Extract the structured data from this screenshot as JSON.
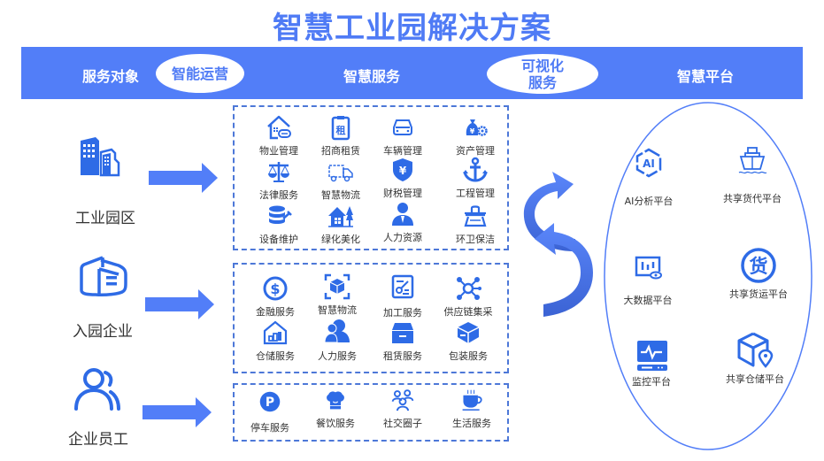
{
  "title": "智慧工业园解决方案",
  "header_band": {
    "service_object": "服务对象",
    "smart_operation": "智能运营",
    "smart_services": "智慧服务",
    "visual_services_line1": "可视化",
    "visual_services_line2": "服务",
    "smart_platform": "智慧平台"
  },
  "service_objects": [
    {
      "label": "工业园区",
      "icon": "office-buildings-icon"
    },
    {
      "label": "入园企业",
      "icon": "enterprise-building-icon"
    },
    {
      "label": "企业员工",
      "icon": "employees-icon"
    }
  ],
  "park_services": [
    {
      "label": "物业管理",
      "icon": "house-chat-icon"
    },
    {
      "label": "招商租赁",
      "icon": "rent-clipboard-icon"
    },
    {
      "label": "车辆管理",
      "icon": "car-icon"
    },
    {
      "label": "资产管理",
      "icon": "money-bag-gear-icon"
    },
    {
      "label": "法律服务",
      "icon": "scales-icon"
    },
    {
      "label": "智慧物流",
      "icon": "truck-icon"
    },
    {
      "label": "财税管理",
      "icon": "yuan-shield-icon"
    },
    {
      "label": "工程管理",
      "icon": "anchor-icon"
    },
    {
      "label": "设备维护",
      "icon": "database-wrench-icon"
    },
    {
      "label": "绿化美化",
      "icon": "house-tree-icon"
    },
    {
      "label": "人力资源",
      "icon": "businessman-icon"
    },
    {
      "label": "环卫保洁",
      "icon": "broom-icon"
    }
  ],
  "enterprise_services": [
    {
      "label": "金融服务",
      "icon": "dollar-circle-icon"
    },
    {
      "label": "智慧物流",
      "icon": "scan-box-icon"
    },
    {
      "label": "加工服务",
      "icon": "processing-doc-icon"
    },
    {
      "label": "供应链集采",
      "icon": "network-nodes-icon"
    },
    {
      "label": "仓储服务",
      "icon": "warehouse-chart-icon"
    },
    {
      "label": "人力服务",
      "icon": "people-icon"
    },
    {
      "label": "租赁服务",
      "icon": "drawer-box-icon"
    },
    {
      "label": "包装服务",
      "icon": "package-box-icon"
    }
  ],
  "employee_services": [
    {
      "label": "停车服务",
      "icon": "parking-icon"
    },
    {
      "label": "餐饮服务",
      "icon": "chef-hat-icon"
    },
    {
      "label": "社交圈子",
      "icon": "social-group-icon"
    },
    {
      "label": "生活服务",
      "icon": "coffee-cup-icon"
    }
  ],
  "platforms": [
    {
      "label": "AI分析平台",
      "icon": "ai-hexagon-icon"
    },
    {
      "label": "共享货代平台",
      "icon": "ship-icon"
    },
    {
      "label": "大数据平台",
      "icon": "big-data-monitor-icon"
    },
    {
      "label": "共享货运平台",
      "icon": "freight-circle-icon"
    },
    {
      "label": "监控平台",
      "icon": "monitor-pulse-icon"
    },
    {
      "label": "共享仓储平台",
      "icon": "cube-location-icon"
    }
  ],
  "colors": {
    "primary": "#527ef8",
    "title": "#4f7bf5",
    "icon": "#2e6be6",
    "dashed_border": "#4d78d8"
  }
}
